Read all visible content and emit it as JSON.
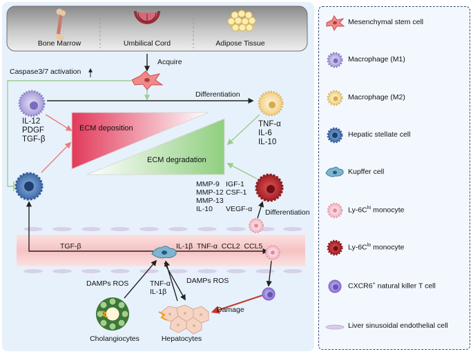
{
  "sources": [
    "Bone Marrow",
    "Umbilical Cord",
    "Adipose Tissue"
  ],
  "labels": {
    "acquire": "Acquire",
    "caspase": "Caspase3/7 activation",
    "differentiation_top": "Differentiation",
    "differentiation_right": "Differentiation",
    "m1_factors": "IL-12\nPDGF\nTGF-β",
    "m2_factors": "TNF-α\nIL-6\nIL-10",
    "ecm_deposition": "ECM deposition",
    "ecm_degradation": "ECM degradation",
    "mmp_left": "MMP-9\nMMP-12\nMMP-13\nIL-10",
    "mmp_right": "IGF-1\nCSF-1\n\nVEGF-α",
    "tgf_b": "TGF-β",
    "kupffer_factors": "IL-1β  TNF-α  CCL2  CCL5",
    "damps_ros_left": "DAMPs ROS",
    "damps_ros_right": "DAMPs ROS",
    "tnf_il1b": "TNF-α\nIL-1β",
    "damage": "Damage",
    "cholangiocytes": "Cholangiocytes",
    "hepatocytes": "Hepatocytes"
  },
  "legend": [
    {
      "icon": "mesenchymal-stem-cell-icon",
      "label": "Mesenchymal stem cell"
    },
    {
      "icon": "macrophage-m1-icon",
      "label": "Macrophage (M1)"
    },
    {
      "icon": "macrophage-m2-icon",
      "label": "Macrophage (M2)"
    },
    {
      "icon": "hepatic-stellate-cell-icon",
      "label": "Hepatic stellate cell"
    },
    {
      "icon": "kupffer-cell-icon",
      "label": "Kupffer cell"
    },
    {
      "icon": "ly6c-hi-monocyte-icon",
      "label": "Ly-6C",
      "sup": "hi",
      "suffix": " monocyte"
    },
    {
      "icon": "ly6c-lo-monocyte-icon",
      "label": "Ly-6C",
      "sup": "lo",
      "suffix": " monocyte"
    },
    {
      "icon": "cxcr6-nkt-cell-icon",
      "label": "CXCR6",
      "sup": "+",
      "suffix": " natural killer T cell"
    },
    {
      "icon": "lsec-icon",
      "label": "Liver sinusoidal endothelial cell"
    }
  ],
  "colors": {
    "background": "#e7f1fb",
    "legend_background": "#f3f8ff",
    "legend_border": "#3b4a7a",
    "ecm_deposition": "#e8405d",
    "ecm_degradation": "#8fcf7f",
    "arrow_red": "#e87d7d",
    "arrow_green": "#9ccd8e",
    "arrow_dark": "#222222",
    "damage_arrow": "#c0392b",
    "sinusoid": "#f6c7c7",
    "source_banner": "#8a8a8a"
  }
}
